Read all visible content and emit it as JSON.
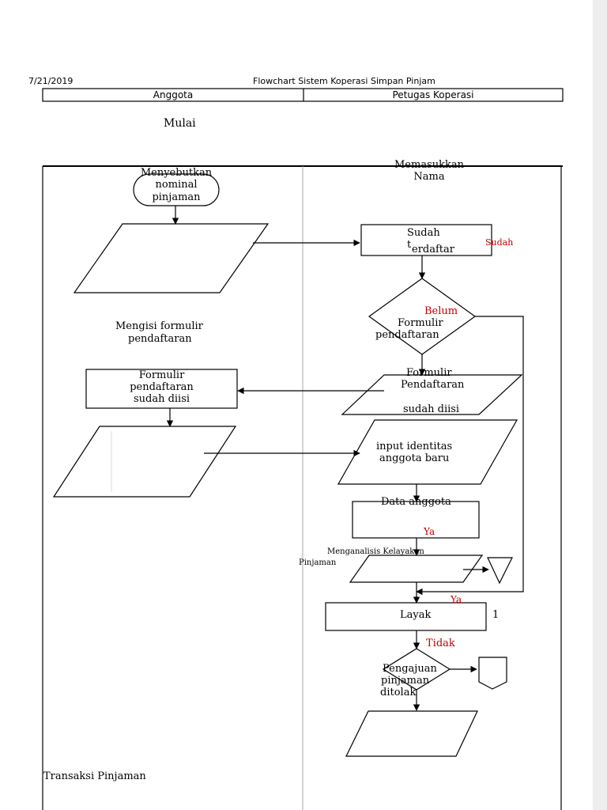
{
  "header": {
    "date": "7/21/2019",
    "title": "Flowchart Sistem Koperasi Simpan Pinjam"
  },
  "lanes": {
    "left": "Anggota",
    "right": "Petugas Koperasi"
  },
  "labels": {
    "mulai": "Mulai",
    "menyebutkan": [
      "Menyebutkan",
      "nominal",
      "pinjaman"
    ],
    "memasukkan": [
      "Memasukkan",
      "Nama"
    ],
    "sudah_terdaftar": [
      "Sudah",
      "t",
      "erdaftar"
    ],
    "sudah_side": "Sudah",
    "belum": "Belum",
    "formulir_pendaftaran_dec": [
      "Formulir",
      "pendaftaran"
    ],
    "mengisi": [
      "Mengisi formulir",
      "pendaftaran"
    ],
    "formulir_sudah_diisi": [
      "Formulir",
      "pendaftaran",
      "sudah diisi"
    ],
    "formulir_pendaftaran_io": [
      "Formulir",
      "Pendaftaran"
    ],
    "sudah_diisi": "sudah diisi",
    "input_identitas": [
      "input identitas",
      "anggota baru"
    ],
    "data_anggota": "Data anggota",
    "ya_1": "Ya",
    "menganalisis": [
      "Menganalisis Kelayakan",
      "Pinjaman"
    ],
    "ya_2": "Ya",
    "layak": "Layak",
    "connector_1": "1",
    "tidak": "Tidak",
    "pengajuan": [
      "Pengajuan",
      "pinjaman",
      "ditolak"
    ],
    "transaksi": "Transaksi Pinjaman"
  }
}
